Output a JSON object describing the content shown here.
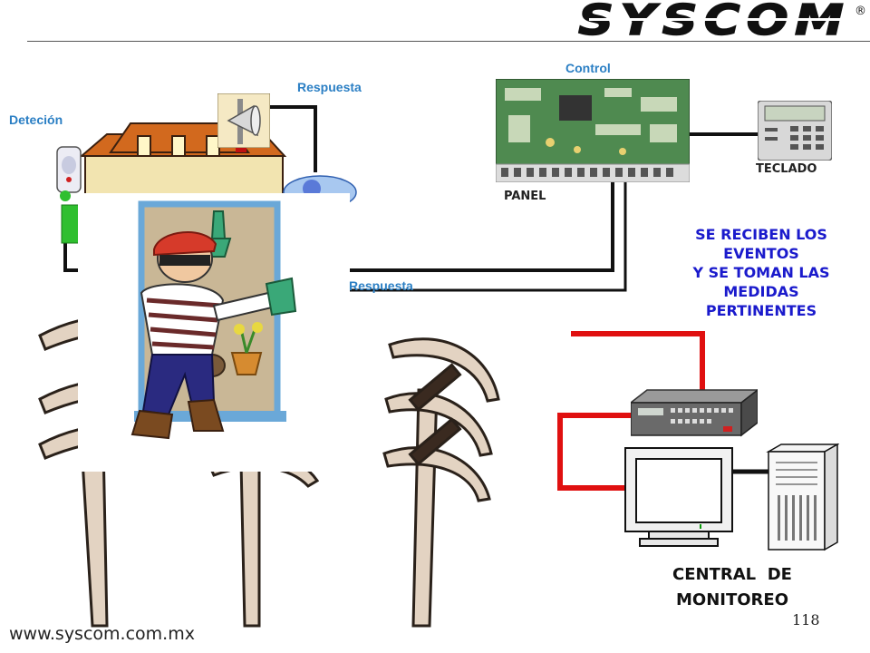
{
  "brand": {
    "logo_text": "SYSCOM",
    "registered_mark": "®"
  },
  "labels": {
    "detection": "Deteción",
    "response_top": "Respuesta",
    "response_bottom": "Respuesta",
    "control": "Control",
    "panel": "PANEL",
    "keypad": "TECLADO"
  },
  "message": {
    "line1": "SE RECIBEN LOS",
    "line2": "EVENTOS",
    "line3": "Y SE TOMAN LAS",
    "line4": "MEDIDAS",
    "line5": "PERTINENTES"
  },
  "central": {
    "line1": "CENTRAL  DE",
    "line2": "MONITOREO"
  },
  "footer": {
    "url": "www.syscom.com.mx",
    "page_number": "118"
  },
  "colors": {
    "label_blue": "#2b7fc4",
    "message_blue": "#1a1acc",
    "link_red": "#e01010",
    "wire_black": "#111111"
  }
}
